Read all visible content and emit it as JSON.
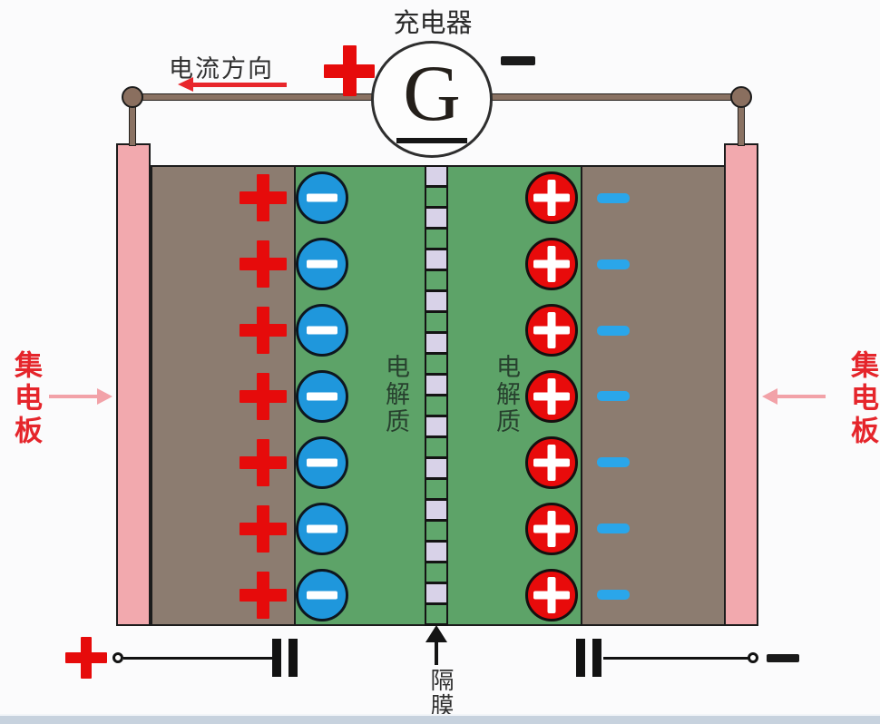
{
  "charger": {
    "label": "充电器",
    "generator_symbol": "G",
    "positive_symbol": "+",
    "negative_symbol": "−"
  },
  "current_direction": {
    "label": "电流方向",
    "direction": "left"
  },
  "collectors": {
    "left_label": "集电板",
    "right_label": "集电板"
  },
  "electrolyte": {
    "left_label": "电解质",
    "right_label": "电解质"
  },
  "separator": {
    "label": "隔膜",
    "square_count": 23
  },
  "terminals": {
    "positive_symbol": "+",
    "negative_symbol": "−"
  },
  "ions": {
    "rows_per_column": 7,
    "left_electrode_charge_symbol": "+",
    "left_ion_symbol": "−",
    "right_ion_symbol": "+",
    "right_electrode_charge_symbol": "−"
  },
  "colors": {
    "collector_pink": "#f2a9ae",
    "electrode_brown": "#8c7c70",
    "electrolyte_green": "#5da368",
    "separator_lavender": "#d8d2e8",
    "ion_blue": "#1f97dc",
    "ion_red": "#e80b0b",
    "accent_red": "#e5252b",
    "arrow_pink": "#f2a2a8",
    "wire_brown": "#8a7263",
    "bottom_strip_blue_gray": "#c7d2de"
  }
}
